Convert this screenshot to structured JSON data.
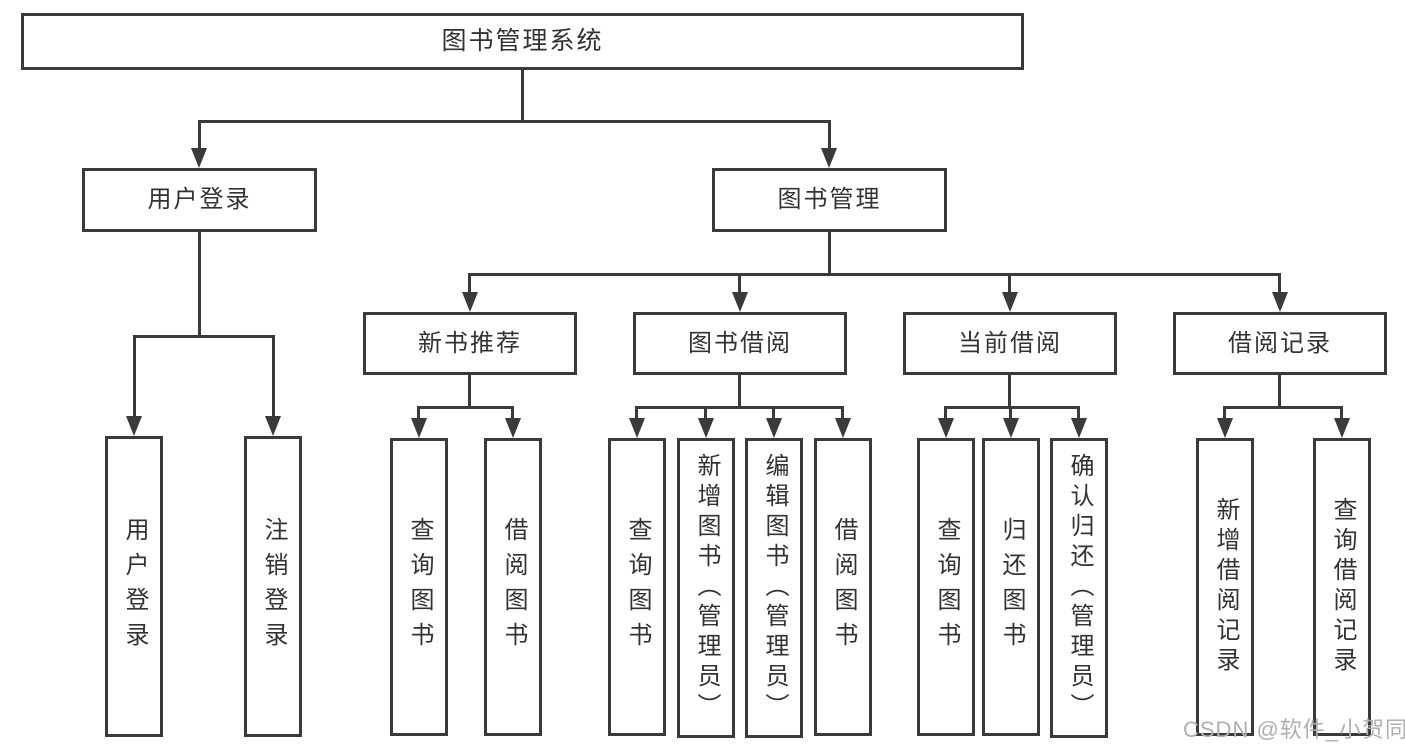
{
  "colors": {
    "line": "#3a3a3a",
    "text": "#333333",
    "watermark": "#b0b0b0",
    "background": "#ffffff"
  },
  "tree": {
    "root": {
      "label": "图书管理系统"
    },
    "children": [
      {
        "label": "用户登录",
        "children": [
          {
            "label": "用户登录"
          },
          {
            "label": "注销登录"
          }
        ]
      },
      {
        "label": "图书管理",
        "children": [
          {
            "label": "新书推荐",
            "children": [
              {
                "label": "查询图书"
              },
              {
                "label": "借阅图书"
              }
            ]
          },
          {
            "label": "图书借阅",
            "children": [
              {
                "label": "查询图书"
              },
              {
                "label": "新增图书（管理员）"
              },
              {
                "label": "编辑图书（管理员）"
              },
              {
                "label": "借阅图书"
              }
            ]
          },
          {
            "label": "当前借阅",
            "children": [
              {
                "label": "查询图书"
              },
              {
                "label": "归还图书"
              },
              {
                "label": "确认归还（管理员）"
              }
            ]
          },
          {
            "label": "借阅记录",
            "children": [
              {
                "label": "新增借阅记录"
              },
              {
                "label": "查询借阅记录"
              }
            ]
          }
        ]
      }
    ]
  },
  "watermark": {
    "text": "CSDN @软件_小贺同学"
  }
}
